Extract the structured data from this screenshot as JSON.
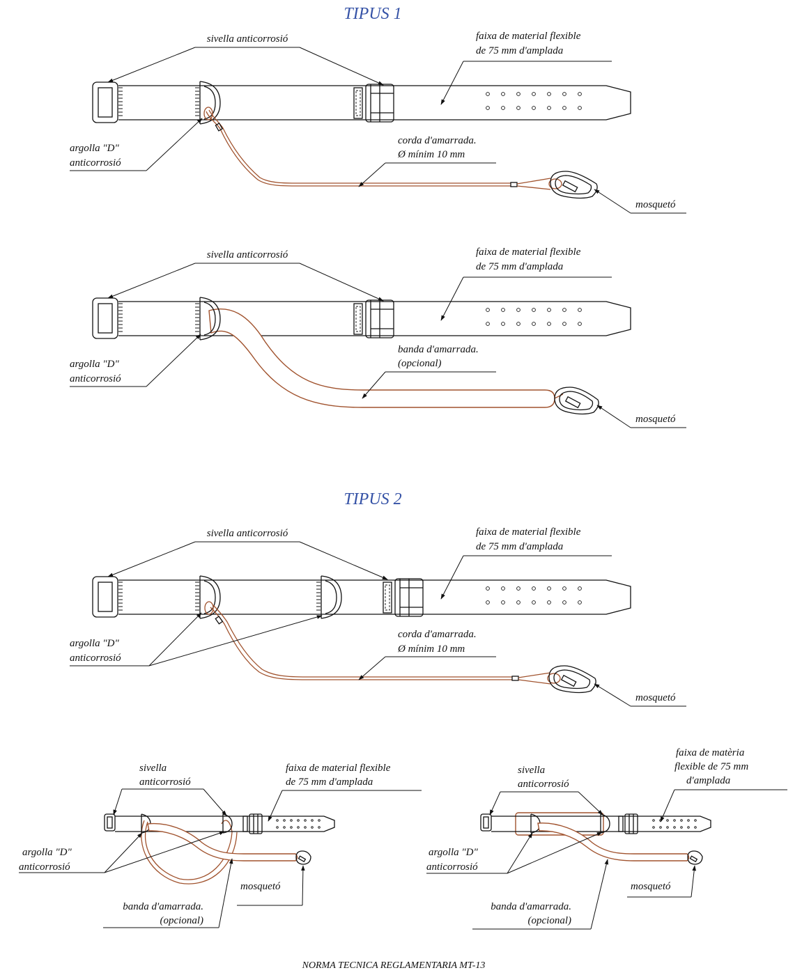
{
  "tipus1": {
    "title": "TIPUS 1",
    "fig_a": {
      "buckle_label": "sivella anticorrosió",
      "strap_label_line1": "faixa de material flexible",
      "strap_label_line2": "de 75 mm d'amplada",
      "ring_label_line1": "argolla \"D\"",
      "ring_label_line2": "anticorrosió",
      "rope_label_line1": "corda d'amarrada.",
      "rope_label_line2": "Ø mínim 10 mm",
      "hook_label": "mosquetó"
    },
    "fig_b": {
      "buckle_label": "sivella anticorrosió",
      "strap_label_line1": "faixa de material flexible",
      "strap_label_line2": "de 75 mm d'amplada",
      "ring_label_line1": "argolla \"D\"",
      "ring_label_line2": "anticorrosió",
      "band_label_line1": "banda d'amarrada.",
      "band_label_line2": "(opcional)",
      "hook_label": "mosquetó"
    }
  },
  "tipus2": {
    "title": "TIPUS 2",
    "fig_a": {
      "buckle_label": "sivella anticorrosió",
      "strap_label_line1": "faixa de material flexible",
      "strap_label_line2": "de 75 mm d'amplada",
      "ring_label_line1": "argolla \"D\"",
      "ring_label_line2": "anticorrosió",
      "rope_label_line1": "corda d'amarrada.",
      "rope_label_line2": "Ø mínim 10 mm",
      "hook_label": "mosquetó"
    },
    "fig_b": {
      "buckle_label_line1": "sivella",
      "buckle_label_line2": "anticorrosió",
      "strap_label_line1": "faixa de material flexible",
      "strap_label_line2": "de 75 mm d'amplada",
      "ring_label_line1": "argolla \"D\"",
      "ring_label_line2": "anticorrosió",
      "band_label_line1": "banda d'amarrada.",
      "band_label_line2": "(opcional)",
      "hook_label": "mosquetó"
    },
    "fig_c": {
      "buckle_label_line1": "sivella",
      "buckle_label_line2": "anticorrosió",
      "strap_label_line1": "faixa de matèria",
      "strap_label_line2": "flexible de 75 mm",
      "strap_label_line3": "d'amplada",
      "ring_label_line1": "argolla \"D\"",
      "ring_label_line2": "anticorrosió",
      "band_label_line1": "banda d'amarrada.",
      "band_label_line2": "(opcional)",
      "hook_label": "mosquetó"
    }
  },
  "colors": {
    "title": "#3552a6",
    "lanyard": "#a0522d",
    "ink": "#111111"
  },
  "footer": "NORMA TECNICA REGLAMENTARIA MT-13"
}
